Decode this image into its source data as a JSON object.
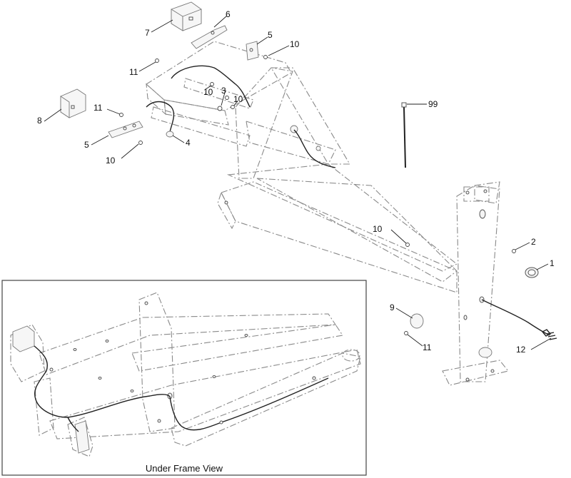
{
  "callouts": [
    {
      "id": "c1",
      "text": "1"
    },
    {
      "id": "c2",
      "text": "2"
    },
    {
      "id": "c3",
      "text": "3"
    },
    {
      "id": "c4",
      "text": "4"
    },
    {
      "id": "c5a",
      "text": "5"
    },
    {
      "id": "c5b",
      "text": "5"
    },
    {
      "id": "c6",
      "text": "6"
    },
    {
      "id": "c7",
      "text": "7"
    },
    {
      "id": "c8",
      "text": "8"
    },
    {
      "id": "c9",
      "text": "9"
    },
    {
      "id": "c10a",
      "text": "10"
    },
    {
      "id": "c10b",
      "text": "10"
    },
    {
      "id": "c10c",
      "text": "10"
    },
    {
      "id": "c10d",
      "text": "10"
    },
    {
      "id": "c10e",
      "text": "10"
    },
    {
      "id": "c11a",
      "text": "11"
    },
    {
      "id": "c11b",
      "text": "11"
    },
    {
      "id": "c11c",
      "text": "11"
    },
    {
      "id": "c12",
      "text": "12"
    },
    {
      "id": "c99",
      "text": "99"
    }
  ],
  "inset": {
    "label": "Under Frame View"
  }
}
